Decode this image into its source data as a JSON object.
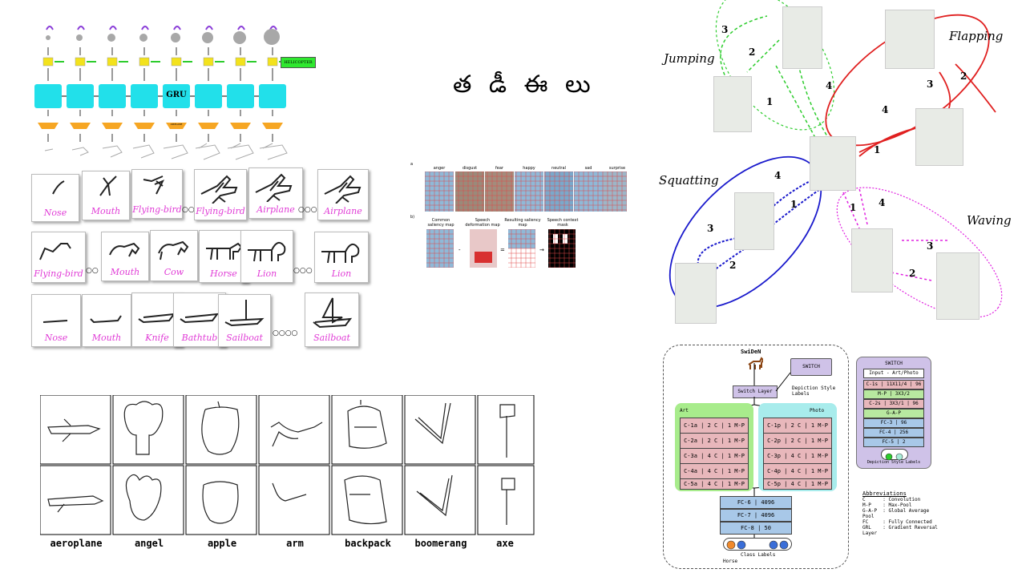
{
  "rnn": {
    "gru_label": "GRU",
    "class_tag": "HELICOPTER",
    "alt_tag": "AIRPLANE"
  },
  "sketch_cards": {
    "row1": [
      "Nose",
      "Mouth",
      "Flying-bird",
      "Flying-bird",
      "Airplane",
      "Airplane"
    ],
    "row2": [
      "Flying-bird",
      "Mouth",
      "Cow",
      "Horse",
      "Lion",
      "Lion"
    ],
    "row3": [
      "Nose",
      "Mouth",
      "Knife",
      "Bathtub",
      "Sailboat",
      "Sailboat"
    ]
  },
  "telugu": "త డీ ఈ లు",
  "saliency": {
    "emotions": [
      "anger",
      "disgust",
      "fear",
      "happy",
      "neutral",
      "sad",
      "surprise"
    ],
    "panel_a": "a",
    "panel_b": "b)",
    "maps": [
      "Common saliency map",
      "Speech deformation map",
      "Resulting saliency map",
      "Speech context mask"
    ]
  },
  "actions": {
    "jumping": "Jumping",
    "flapping": "Flapping",
    "squatting": "Squatting",
    "waving": "Waving"
  },
  "quickdraw": {
    "classes": [
      "aeroplane",
      "angel",
      "apple",
      "arm",
      "backpack",
      "boomerang",
      "axe"
    ]
  },
  "swiden": {
    "title": "SwiDeN",
    "switch": "SWITCH",
    "switch_layer": "Switch Layer",
    "depiction_style": "Depiction Style Labels",
    "art": "Art",
    "photo": "Photo",
    "art_rows": [
      "C-1a | 2 C | 1 M-P",
      "C-2a | 2 C | 1 M-P",
      "C-3a | 4 C | 1 M-P",
      "C-4a | 4 C | 1 M-P",
      "C-5a | 4 C | 1 M-P"
    ],
    "photo_rows": [
      "C-1p | 2 C | 1 M-P",
      "C-2p | 2 C | 1 M-P",
      "C-3p | 4 C | 1 M-P",
      "C-4p | 4 C | 1 M-P",
      "C-5p | 4 C | 1 M-P"
    ],
    "fc_rows": [
      "FC-6 | 4096",
      "FC-7 | 4096",
      "FC-8 | 50"
    ],
    "class_labels": "Class Labels",
    "horse": "Horse",
    "switch_panel_title": "SWITCH",
    "switch_input": "Input - Art/Photo",
    "switch_rows": [
      "C-1s | 11X11/4 | 96",
      "M-P | 3X3/2",
      "C-2s | 3X3/1 | 96",
      "G-A-P",
      "FC-3 | 96",
      "FC-4 | 256",
      "FC-5 | 2"
    ],
    "switch_labels": "Depiction Style Labels",
    "abbr_title": "Abbreviations",
    "abbr": [
      "C      : Convolution",
      "M-P    : Max-Pool",
      "G-A-P  : Global Average Pool",
      "FC     : Fully Connected",
      "GRL    : Gradient Reversal Layer"
    ]
  },
  "colors": {
    "gru": "#22e0ea",
    "green_arrow": "#2ccc2c",
    "red_arrow": "#e02020",
    "blue_arrow": "#1a1acc",
    "magenta_arrow": "#e020e0"
  }
}
